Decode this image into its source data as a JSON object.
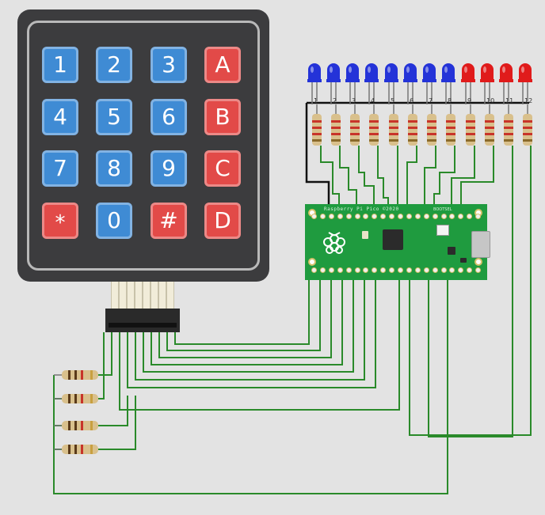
{
  "keypad": {
    "rows": [
      [
        {
          "label": "1",
          "color": "blue"
        },
        {
          "label": "2",
          "color": "blue"
        },
        {
          "label": "3",
          "color": "blue"
        },
        {
          "label": "A",
          "color": "red"
        }
      ],
      [
        {
          "label": "4",
          "color": "blue"
        },
        {
          "label": "5",
          "color": "blue"
        },
        {
          "label": "6",
          "color": "blue"
        },
        {
          "label": "B",
          "color": "red"
        }
      ],
      [
        {
          "label": "7",
          "color": "blue"
        },
        {
          "label": "8",
          "color": "blue"
        },
        {
          "label": "9",
          "color": "blue"
        },
        {
          "label": "C",
          "color": "red"
        }
      ],
      [
        {
          "label": "*",
          "color": "red"
        },
        {
          "label": "0",
          "color": "blue"
        },
        {
          "label": "#",
          "color": "red"
        },
        {
          "label": "D",
          "color": "red"
        }
      ]
    ]
  },
  "pico": {
    "title": "Raspberry Pi Pico ©2020",
    "bootsel_label": "BOOTSEL"
  },
  "leds": {
    "colors": [
      "blue",
      "blue",
      "blue",
      "blue",
      "blue",
      "blue",
      "blue",
      "blue",
      "red",
      "red",
      "red",
      "red"
    ],
    "pin_labels": [
      "1",
      "2",
      "3",
      "4",
      "5",
      "6",
      "7",
      "8",
      "9",
      "10",
      "11",
      "12"
    ]
  },
  "colors": {
    "background": "#e3e3e3",
    "wire": "#2a8a2a",
    "board": "#1f9b3f",
    "key_blue": "#3f8bd4",
    "key_red": "#e24a48",
    "led_blue": "#2433d8",
    "led_red": "#e01b1b"
  }
}
